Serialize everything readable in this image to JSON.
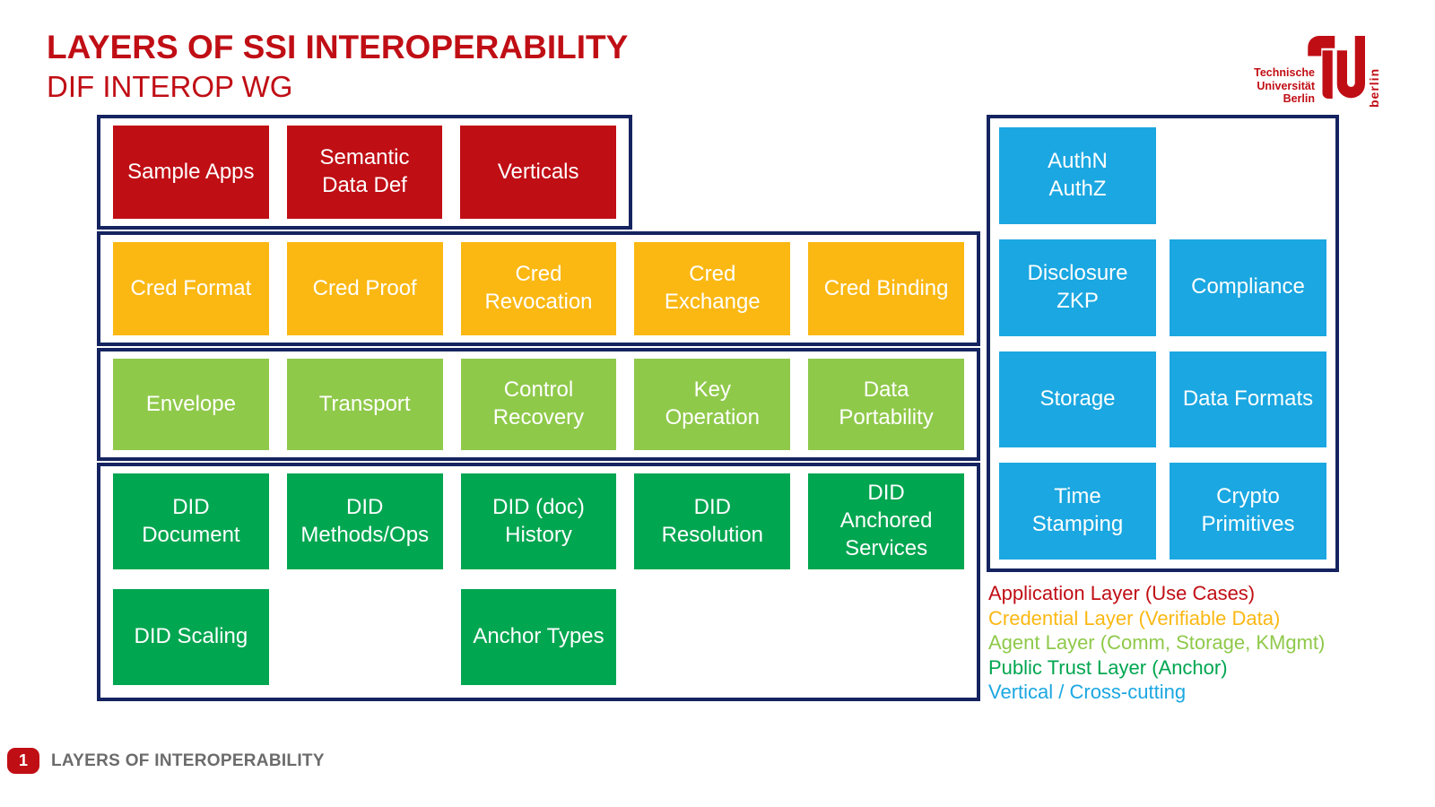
{
  "header": {
    "title": "LAYERS OF SSI INTEROPERABILITY",
    "subtitle": "DIF INTEROP WG"
  },
  "logo": {
    "line1": "Technische",
    "line2": "Universität",
    "line3": "Berlin",
    "mark_text": "berlin"
  },
  "colors": {
    "red": "#C00E15",
    "yellow": "#FBB813",
    "light_green": "#8FC94A",
    "green": "#00A650",
    "blue": "#1BA7E1",
    "navy": "#152460",
    "footer_gray": "#6B6B6B"
  },
  "layers": {
    "application": {
      "legend_label": "Application Layer (Use Cases)",
      "boxes": [
        "Sample Apps",
        "Semantic\nData Def",
        "Verticals"
      ]
    },
    "credential": {
      "legend_label": "Credential Layer (Verifiable Data)",
      "boxes": [
        "Cred Format",
        "Cred Proof",
        "Cred\nRevocation",
        "Cred\nExchange",
        "Cred Binding"
      ]
    },
    "agent": {
      "legend_label": "Agent Layer (Comm, Storage, KMgmt)",
      "boxes": [
        "Envelope",
        "Transport",
        "Control\nRecovery",
        "Key\nOperation",
        "Data\nPortability"
      ]
    },
    "public_trust": {
      "legend_label": "Public Trust Layer (Anchor)",
      "row1": [
        "DID\nDocument",
        "DID\nMethods/Ops",
        "DID (doc)\nHistory",
        "DID\nResolution",
        "DID\nAnchored\nServices"
      ],
      "row2": [
        "DID Scaling",
        "Anchor Types"
      ]
    },
    "vertical": {
      "legend_label": "Vertical / Cross-cutting",
      "boxes": [
        "AuthN\nAuthZ",
        "Disclosure\nZKP",
        "Compliance",
        "Storage",
        "Data Formats",
        "Time\nStamping",
        "Crypto\nPrimitives"
      ]
    }
  },
  "footer": {
    "page_number": "1",
    "label": "LAYERS OF INTEROPERABILITY"
  }
}
